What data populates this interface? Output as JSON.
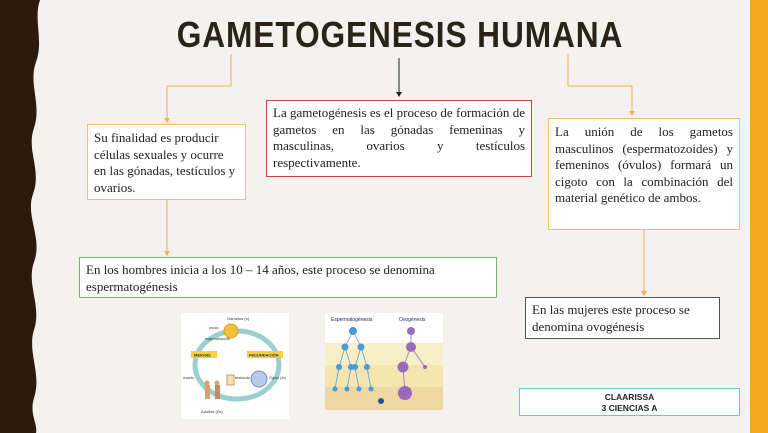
{
  "title": "GAMETOGENESIS HUMANA",
  "boxes": {
    "finalidad": "Su finalidad es producir células sexuales y ocurre en las gónadas, testículos y ovarios.",
    "definicion": "La gametogénesis es el proceso de formación de gametos en las gónadas femeninas y masculinas, ovarios y testículos respectivamente.",
    "union": "La unión de los gametos masculinos (espermatozoides) y femeninos (óvulos) formará un cigoto con la combinación del material genético de ambos.",
    "hombres": "En los hombres inicia a los 10 – 14 años, este proceso se denomina espermatogénesis",
    "mujeres": "En las mujeres este proceso se denomina ovogénesis"
  },
  "credit": {
    "name": "CLAARISSA",
    "group": "3 CIENCIAS A"
  },
  "figure_cycle": {
    "labels": [
      "Gametos (n)",
      "óvulo",
      "espermatozoide",
      "MEIOSIS",
      "FECUNDACIÓN",
      "ovario",
      "testículo",
      "Cigoto (2n)",
      "Adultos (2n)"
    ]
  },
  "figure_tree": {
    "labels": [
      "Espermatogénesis",
      "Ovogénesis"
    ]
  },
  "colors": {
    "accent_bar": "#f2a71c",
    "arrow": "#f2a71c",
    "bark": "#2b1a0e"
  }
}
